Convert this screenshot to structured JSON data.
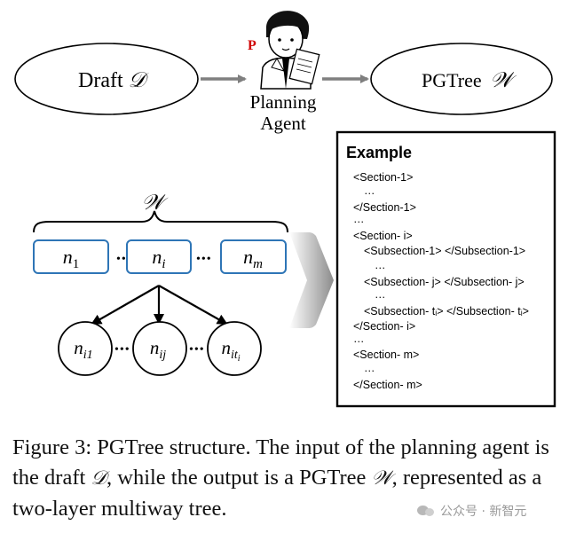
{
  "top": {
    "draft_label": "Draft",
    "draft_symbol": "𝒟",
    "agent_line1": "Planning",
    "agent_line2": "Agent",
    "agent_badge": "P",
    "pgtree_label": "PGTree",
    "pgtree_symbol": "𝒲"
  },
  "tree": {
    "brace_label": "𝒲",
    "level1": [
      {
        "base": "n",
        "sub": "1"
      },
      {
        "base": "n",
        "sub": "i"
      },
      {
        "base": "n",
        "sub": "m"
      }
    ],
    "level2": [
      {
        "base": "n",
        "sub": "i1"
      },
      {
        "base": "n",
        "sub": "ij"
      },
      {
        "base": "n",
        "sub": "it",
        "subsub": "i"
      }
    ],
    "dots": "•••"
  },
  "example": {
    "title": "Example",
    "lines": [
      "<Section-1>",
      "…",
      "</Section-1>",
      "…",
      "<Section- i>",
      "<Subsection-1> </Subsection-1>",
      "…",
      "<Subsection- j> </Subsection- j>",
      "…",
      "<Subsection- tᵢ> </Subsection- tᵢ>",
      "</Section- i>",
      "…",
      "<Section- m>",
      "…",
      "</Section- m>"
    ]
  },
  "caption": {
    "part1": "Figure 3: PGTree structure. The input of the planning agent is the draft ",
    "sym1": "𝒟",
    "part2": ", while the output is a PGTree ",
    "sym2": "𝒲",
    "part3": ", represented as a two-layer multiway tree."
  },
  "watermark": {
    "text": "公众号 · 新智元"
  },
  "colors": {
    "node_border": "#2e75b6",
    "arrow_gray": "#7f7f7f",
    "badge_red": "#d00000",
    "ink": "#000000"
  }
}
